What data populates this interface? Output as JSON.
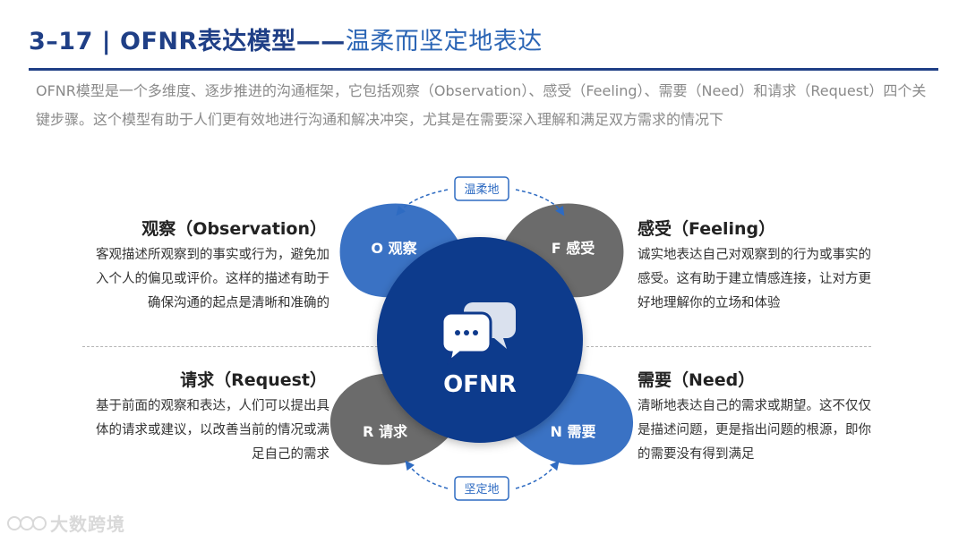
{
  "header": {
    "title_strong": "3–17 | OFNR表达模型——",
    "title_light": "温柔而坚定地表达"
  },
  "intro": "OFNR模型是一个多维度、逐步推进的沟通框架，它包括观察（Observation）、感受（Feeling）、需要（Need）和请求（Request）四个关键步骤。这个模型有助于人们更有效地进行沟通和解决冲突，尤其是在需要深入理解和满足双方需求的情况下",
  "diagram": {
    "center_label": "OFNR",
    "top_tag": "温柔地",
    "bottom_tag": "坚定地",
    "petals": {
      "observation": "O 观察",
      "feeling": "F 感受",
      "request": "R 请求",
      "need": "N 需要"
    }
  },
  "sections": {
    "observation": {
      "title": "观察（Observation）",
      "text": "客观描述所观察到的事实或行为，避免加入个人的偏见或评价。这样的描述有助于确保沟通的起点是清晰和准确的"
    },
    "feeling": {
      "title": "感受（Feeling）",
      "text": "诚实地表达自己对观察到的行为或事实的感受。这有助于建立情感连接，让对方更好地理解你的立场和体验"
    },
    "request": {
      "title": "请求（Request）",
      "text": "基于前面的观察和表达，人们可以提出具体的请求或建议，以改善当前的情况或满足自己的需求"
    },
    "need": {
      "title": "需要（Need）",
      "text": "清晰地表达自己的需求或期望。这不仅仅是描述问题，更是指出问题的根源，即你的需要没有得到满足"
    }
  },
  "watermark": "大数跨境",
  "colors": {
    "navy": "#1f3f86",
    "blue": "#2e6bc2",
    "petal_blue": "#3a72c4",
    "petal_gray": "#6b6b6b",
    "center": "#0f3a8c"
  }
}
